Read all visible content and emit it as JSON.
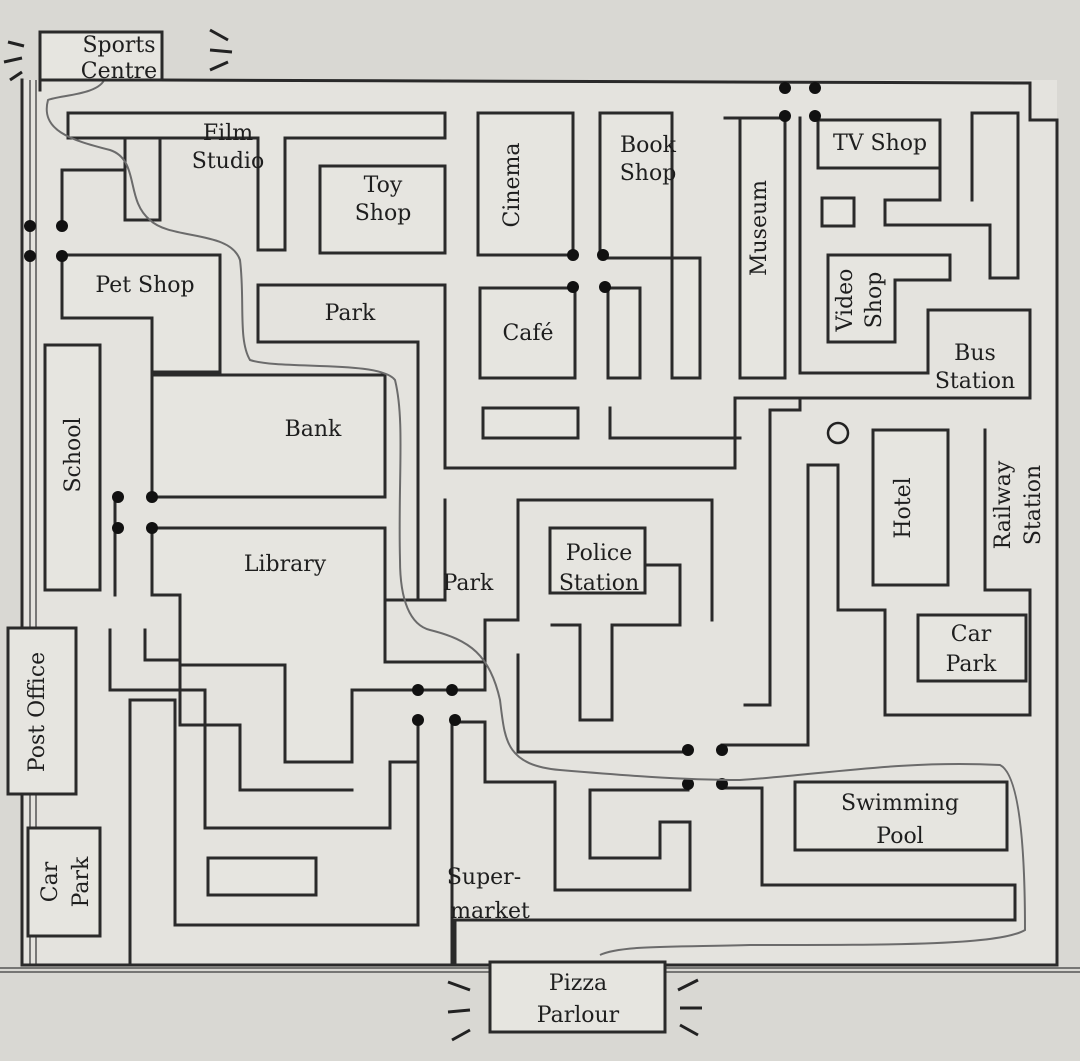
{
  "map": {
    "places": {
      "sports_centre": [
        "Sports",
        "Centre"
      ],
      "film_studio": [
        "Film",
        "Studio"
      ],
      "toy_shop": [
        "Toy",
        "Shop"
      ],
      "cinema": "Cinema",
      "book_shop": [
        "Book",
        "Shop"
      ],
      "museum": "Museum",
      "tv_shop": "TV Shop",
      "video_shop": [
        "Video",
        "Shop"
      ],
      "bus_station": [
        "Bus",
        "Station"
      ],
      "pet_shop": "Pet Shop",
      "park_top": "Park",
      "cafe": "Café",
      "bank": "Bank",
      "school": "School",
      "library": "Library",
      "park_middle": "Park",
      "police_station": [
        "Police",
        "Station"
      ],
      "hotel": "Hotel",
      "railway_station": [
        "Railway",
        "Station"
      ],
      "car_park_right": [
        "Car",
        "Park"
      ],
      "post_office": "Post Office",
      "car_park_left": [
        "Car",
        "Park"
      ],
      "supermarket": [
        "Super-",
        "market"
      ],
      "swimming_pool": [
        "Swimming",
        "Pool"
      ],
      "pizza_parlour": [
        "Pizza",
        "Parlour"
      ]
    }
  }
}
